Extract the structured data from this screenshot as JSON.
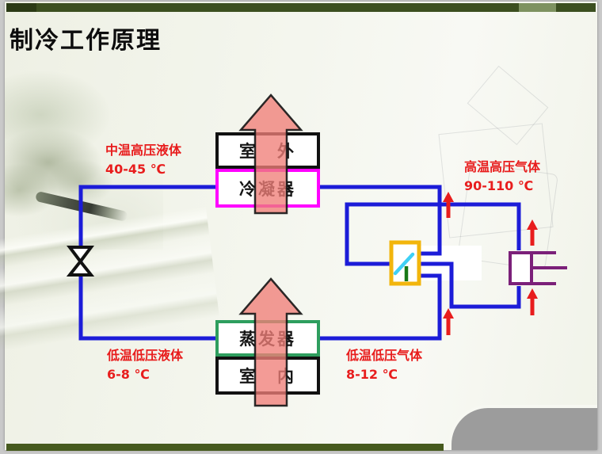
{
  "slide": {
    "title": "制冷工作原理"
  },
  "diagram": {
    "boxes": {
      "outdoor": "室　外",
      "condenser": "冷凝器",
      "evaporator": "蒸发器",
      "indoor": "室　内"
    },
    "labels": {
      "medium_temp_liquid": {
        "name": "中温高压液体",
        "temp": "40-45 ℃"
      },
      "high_temp_gas": {
        "name": "高温高压气体",
        "temp": "90-110 ℃"
      },
      "low_temp_liquid": {
        "name": "低温低压液体",
        "temp": "6-8 ℃"
      },
      "low_temp_gas": {
        "name": "低温低压气体",
        "temp": "8-12 ℃"
      }
    },
    "colors": {
      "pipe_blue": "#1c1cd8",
      "condenser_border": "#ff00ff",
      "evaporator_border": "#2e9e5e",
      "box_border_black": "#111111",
      "four_way_valve_yellow": "#f2b50c",
      "valve_slider_cyan": "#3fd0f5",
      "valve_mark_green": "#187818",
      "compressor_purple": "#7b2079",
      "airflow_salmon": "#ef7f78",
      "flow_label_red": "#e81d1d",
      "title_bar_green": "#3c4f20",
      "footer_bar_green": "#465a1e",
      "corner_gray": "#9c9c9c"
    }
  }
}
